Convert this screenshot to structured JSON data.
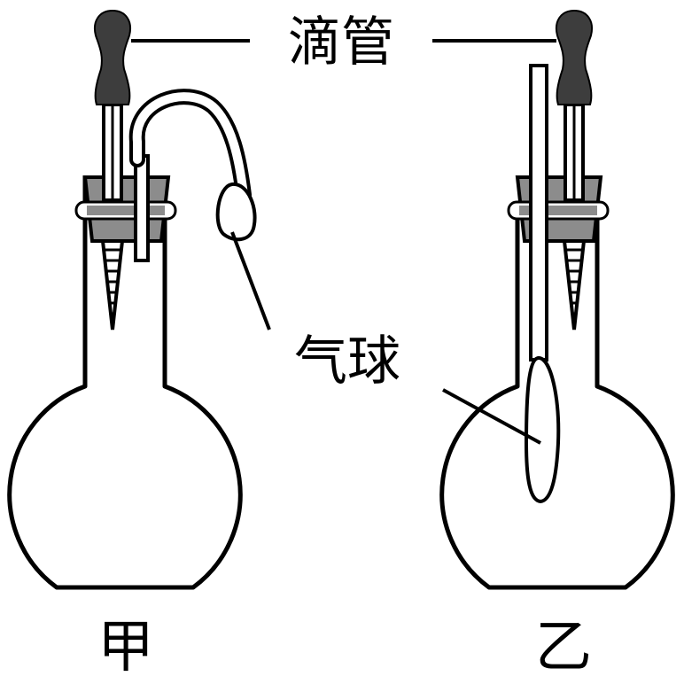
{
  "labels": {
    "dropper": "滴管",
    "balloon": "气球",
    "flask_left": "甲",
    "flask_right": "乙"
  },
  "colors": {
    "line": "#000000",
    "bulb": "#3d3d3d",
    "stopper": "#8c8c8c",
    "background": "#ffffff"
  }
}
